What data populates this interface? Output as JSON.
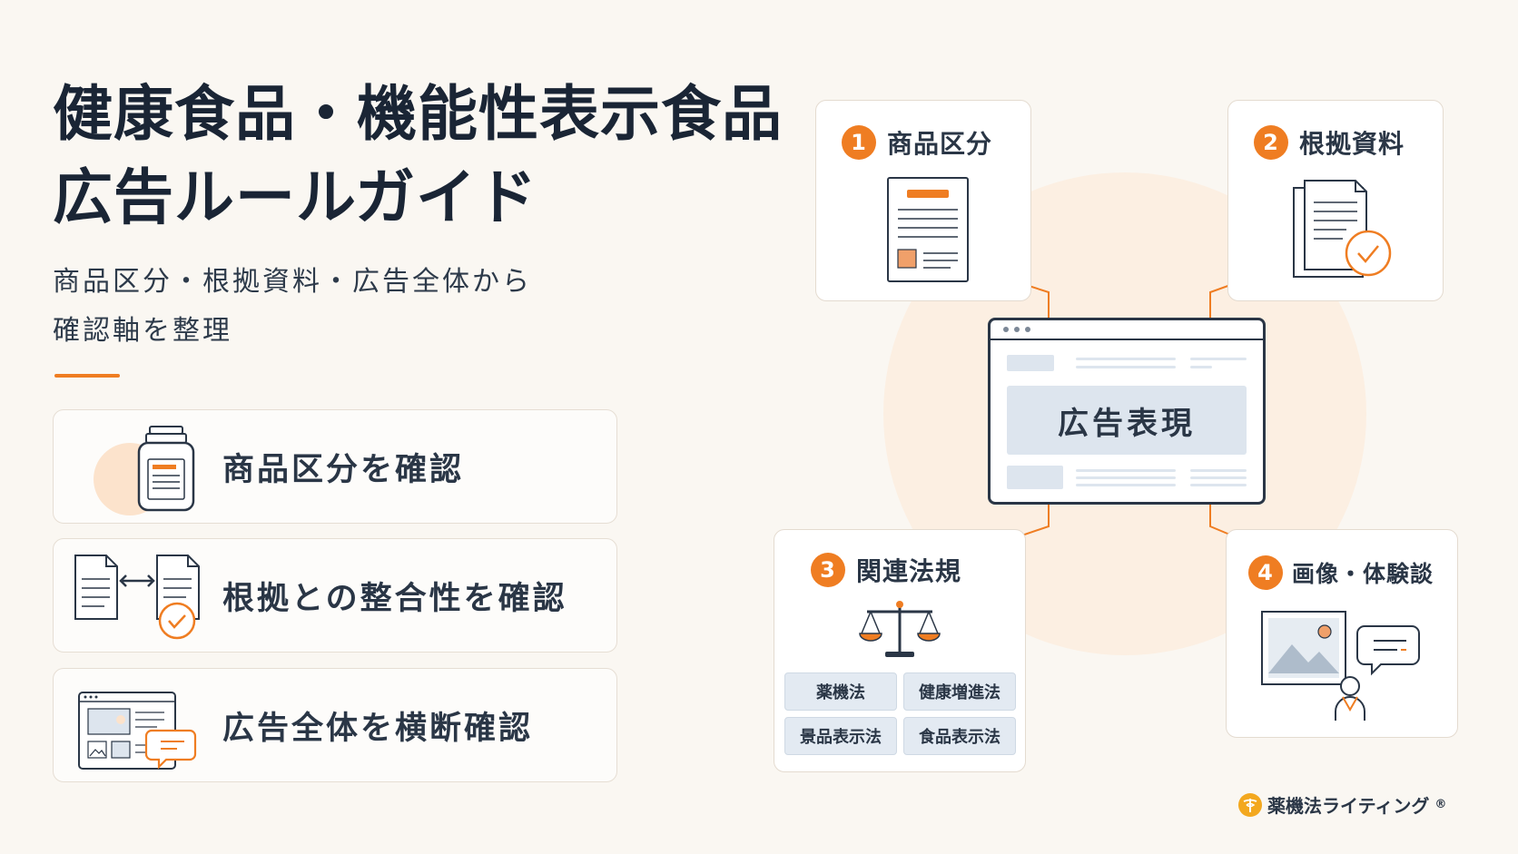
{
  "title": {
    "line1": "健康食品・機能性表示食品",
    "line2": "広告ルールガイド"
  },
  "subtitle": {
    "line1": "商品区分・根拠資料・広告全体から",
    "line2": "確認軸を整理"
  },
  "checklist": [
    {
      "label": "商品区分を確認",
      "icon": "supplement-bottle-icon"
    },
    {
      "label": "根拠との整合性を確認",
      "icon": "document-compare-icon"
    },
    {
      "label": "広告全体を横断確認",
      "icon": "webpage-review-icon"
    }
  ],
  "center": {
    "label": "広告表現",
    "icon": "browser-window-icon"
  },
  "boxes": [
    {
      "number": "1",
      "label": "商品区分",
      "icon": "document-icon"
    },
    {
      "number": "2",
      "label": "根拠資料",
      "icon": "verified-documents-icon"
    },
    {
      "number": "3",
      "label": "関連法規",
      "icon": "scales-icon",
      "tags": [
        "薬機法",
        "健康増進法",
        "景品表示法",
        "食品表示法"
      ]
    },
    {
      "number": "4",
      "label": "画像・体験談",
      "icon": "image-testimonial-icon"
    }
  ],
  "brand": {
    "label": "薬機法ライティング",
    "mark": "®",
    "icon": "caduceus-icon"
  },
  "colors": {
    "accent": "#ef7d22",
    "navy": "#1a2535",
    "panel": "#dde5ee",
    "background": "#faf7f2"
  }
}
